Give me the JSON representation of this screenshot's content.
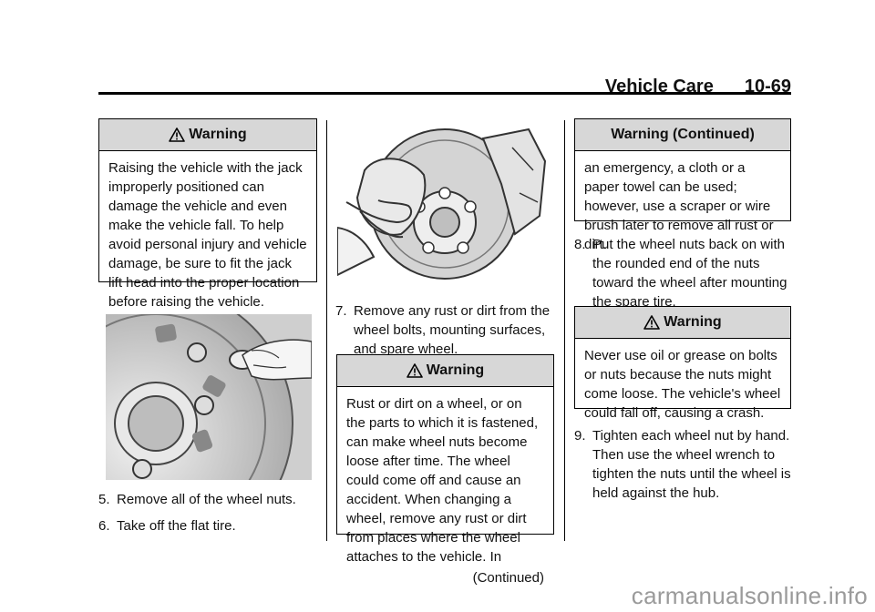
{
  "header": {
    "section": "Vehicle Care",
    "page": "10-69"
  },
  "col1": {
    "warning": {
      "title": "Warning",
      "text": "Raising the vehicle with the jack improperly positioned can damage the vehicle and even make the vehicle fall. To help avoid personal injury and vehicle damage, be sure to fit the jack lift head into the proper location before raising the vehicle."
    },
    "steps": [
      {
        "num": "5.",
        "text": "Remove all of the wheel nuts."
      },
      {
        "num": "6.",
        "text": "Take off the flat tire."
      }
    ]
  },
  "col2": {
    "step7": {
      "num": "7.",
      "text": "Remove any rust or dirt from the wheel bolts, mounting surfaces, and spare wheel."
    },
    "warning": {
      "title": "Warning",
      "text": "Rust or dirt on a wheel, or on the parts to which it is fastened, can make wheel nuts become loose after time. The wheel could come off and cause an accident. When changing a wheel, remove any rust or dirt from places where the wheel attaches to the vehicle. In",
      "continued": "(Continued)"
    }
  },
  "col3": {
    "warning_cont": {
      "title": "Warning  (Continued)",
      "text": "an emergency, a cloth or a paper towel can be used; however, use a scraper or wire brush later to remove all rust or dirt."
    },
    "step8": {
      "num": "8.",
      "text": "Put the wheel nuts back on with the rounded end of the nuts toward the wheel after mounting the spare tire."
    },
    "warning": {
      "title": "Warning",
      "text": "Never use oil or grease on bolts or nuts because the nuts might come loose. The vehicle's wheel could fall off, causing a crash."
    },
    "step9": {
      "num": "9.",
      "text": "Tighten each wheel nut by hand. Then use the wheel wrench to tighten the nuts until the wheel is held against the hub."
    }
  },
  "watermark": "carmanualsonline.info"
}
